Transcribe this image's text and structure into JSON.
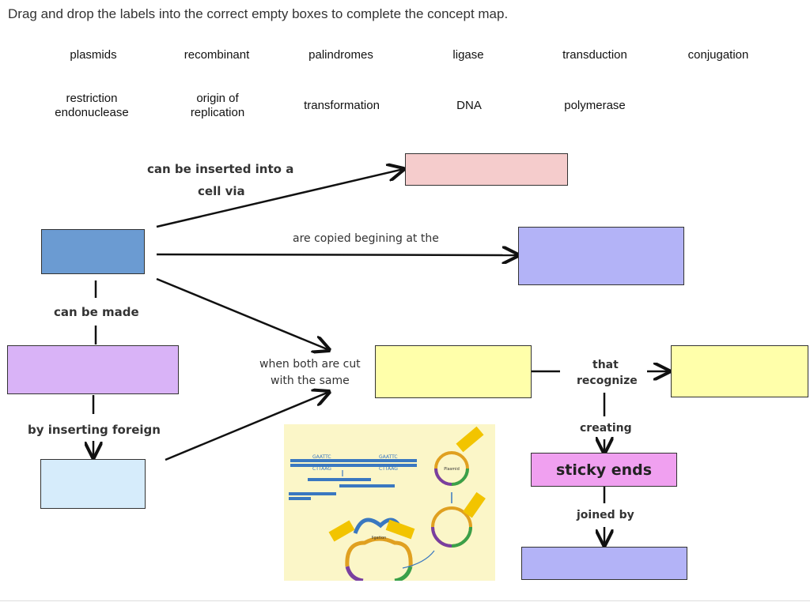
{
  "instructions": "Drag and drop the labels into the correct empty boxes to complete the concept map.",
  "labels": [
    {
      "text": "plasmids"
    },
    {
      "text": "recombinant"
    },
    {
      "text": "palindromes"
    },
    {
      "text": "ligase"
    },
    {
      "text": "transduction"
    },
    {
      "text": "conjugation"
    },
    {
      "line1": "restriction",
      "line2": "endonuclease"
    },
    {
      "line1": "origin of",
      "line2": "replication"
    },
    {
      "text": "transformation"
    },
    {
      "text": "DNA"
    },
    {
      "text": "polymerase"
    }
  ],
  "connectors": {
    "inserted_l1": "can be inserted into a",
    "inserted_l2": "cell via",
    "copied": "are copied begining at the",
    "made": "can be made",
    "inserting": "by inserting foreign",
    "cut_l1": "when both are cut",
    "cut_l2": "with the same",
    "recognize_l1": "that",
    "recognize_l2": "recognize",
    "creating": "creating",
    "joined": "joined by"
  },
  "fixed_box": "sticky ends",
  "figure": {
    "seq_top": "GAATTC",
    "seq_bottom": "CTTAAG",
    "plasmid": "Plasmid",
    "ligation": "ligation"
  },
  "colors": {
    "pink": "#f5cccc",
    "blue": "#6b9bd2",
    "lavender": "#b3b3f7",
    "violet": "#d9b3f7",
    "yellow": "#ffffaa",
    "lightblue": "#d6ecfb",
    "magenta": "#f0a0f0"
  }
}
